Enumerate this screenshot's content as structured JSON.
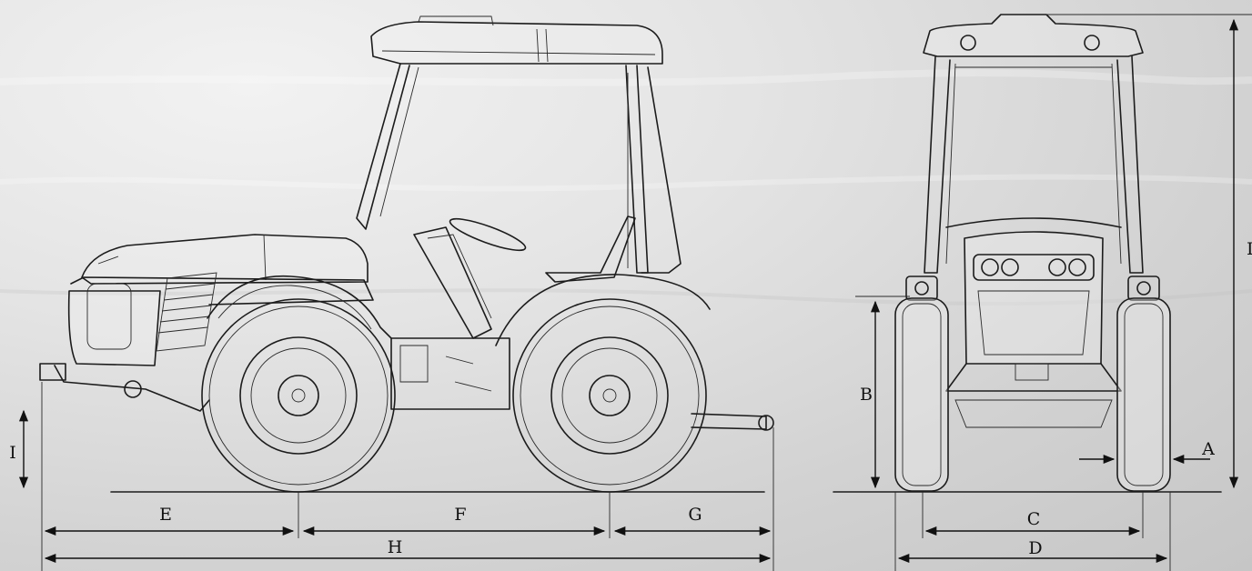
{
  "labels": {
    "A": "A",
    "B": "B",
    "C": "C",
    "D": "D",
    "E": "E",
    "F": "F",
    "G": "G",
    "H": "H",
    "I": "I",
    "L": "L"
  }
}
